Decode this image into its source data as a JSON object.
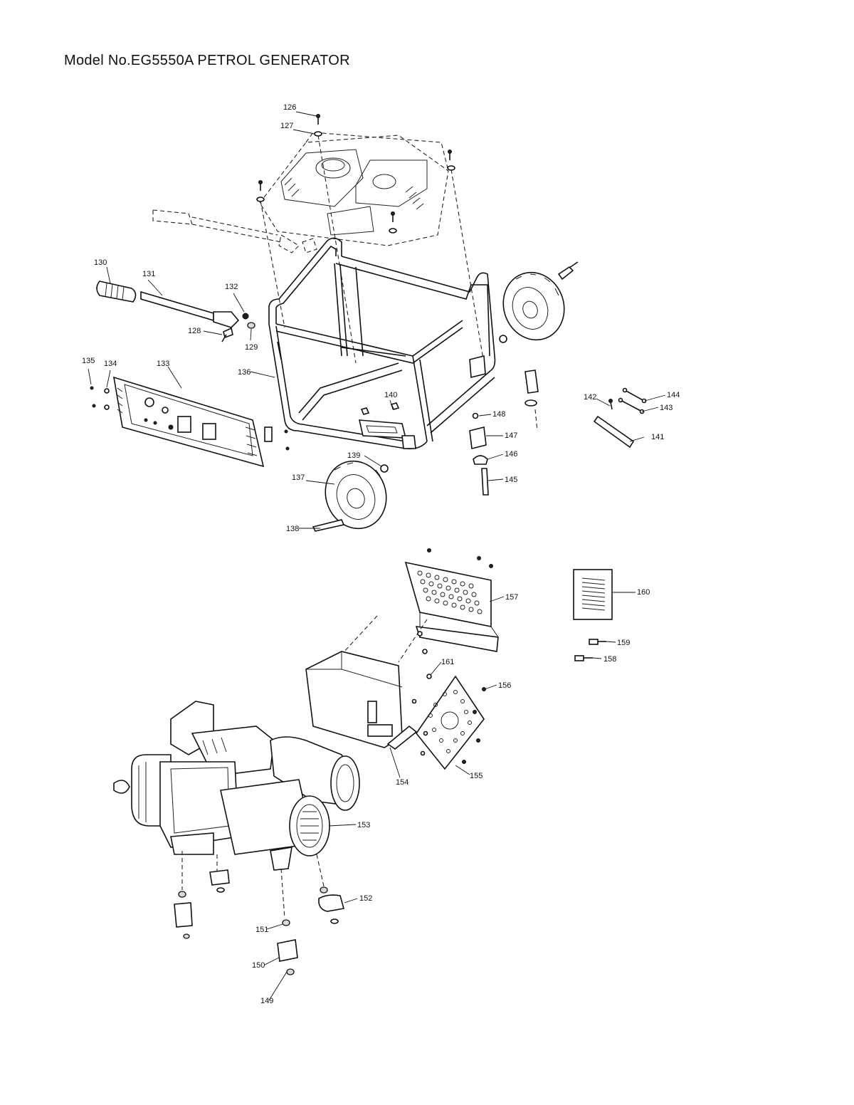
{
  "title": "Model No.EG5550A PETROL GENERATOR",
  "parts": [
    {
      "no": "126"
    },
    {
      "no": "127"
    },
    {
      "no": "128"
    },
    {
      "no": "129"
    },
    {
      "no": "130"
    },
    {
      "no": "131"
    },
    {
      "no": "132"
    },
    {
      "no": "133"
    },
    {
      "no": "134"
    },
    {
      "no": "135"
    },
    {
      "no": "136"
    },
    {
      "no": "137"
    },
    {
      "no": "138"
    },
    {
      "no": "139"
    },
    {
      "no": "140"
    },
    {
      "no": "141"
    },
    {
      "no": "142"
    },
    {
      "no": "143"
    },
    {
      "no": "144"
    },
    {
      "no": "145"
    },
    {
      "no": "146"
    },
    {
      "no": "147"
    },
    {
      "no": "148"
    },
    {
      "no": "149"
    },
    {
      "no": "150"
    },
    {
      "no": "151"
    },
    {
      "no": "152"
    },
    {
      "no": "153"
    },
    {
      "no": "154"
    },
    {
      "no": "155"
    },
    {
      "no": "156"
    },
    {
      "no": "157"
    },
    {
      "no": "158"
    },
    {
      "no": "159"
    },
    {
      "no": "160"
    },
    {
      "no": "161"
    }
  ]
}
